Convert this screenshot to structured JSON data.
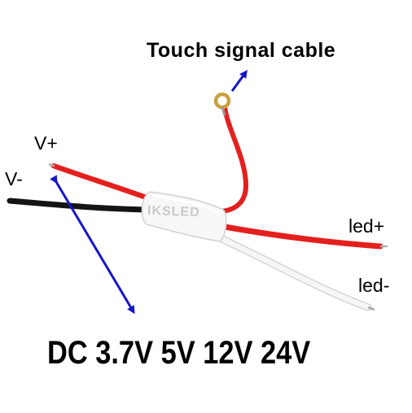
{
  "labels": {
    "touch_signal_cable": "Touch signal cable",
    "v_plus": "V+",
    "v_minus": "V-",
    "led_plus": "led+",
    "led_minus": "led-",
    "voltage": "DC 3.7V 5V 12V 24V",
    "brand": "IKSLED"
  },
  "colors": {
    "background": "#ffffff",
    "red_wire": "#e3201e",
    "black_wire": "#141414",
    "white_wire": "#f2f2f2",
    "module_body": "#f7f7f7",
    "arrow": "#1616c8",
    "ring_terminal": "#c8a040"
  }
}
